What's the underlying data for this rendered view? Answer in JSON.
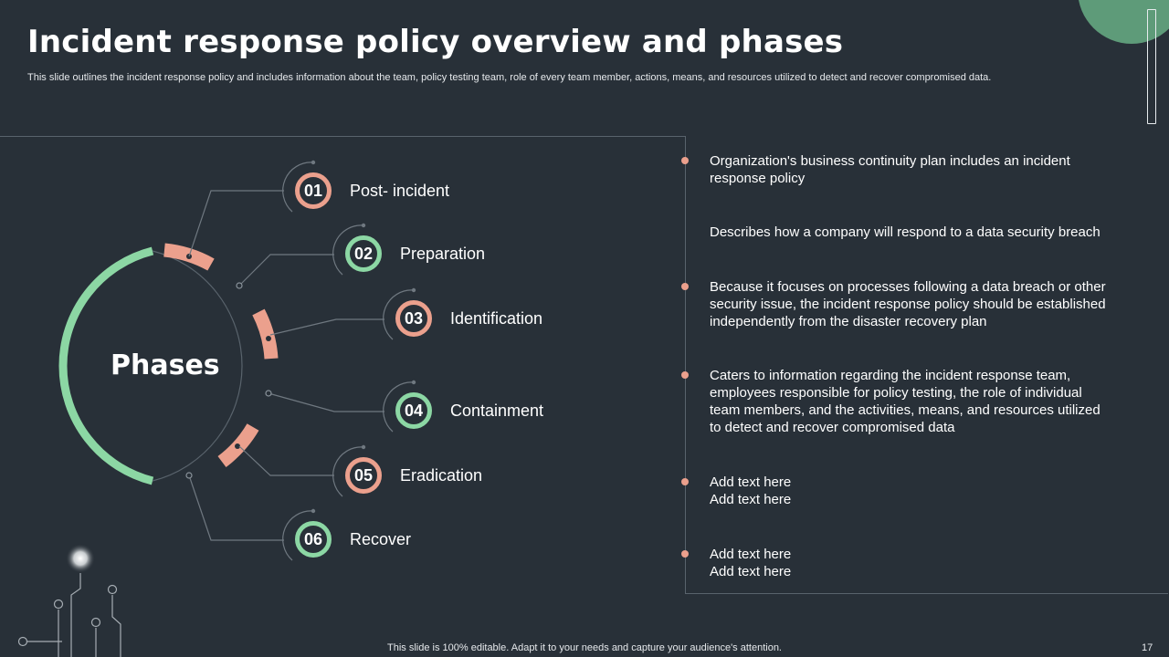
{
  "header": {
    "title": "Incident response policy overview and phases",
    "subtitle": "This slide outlines the incident response policy and includes information about the team, policy testing team, role of every team member, actions, means, and resources utilized to detect and recover compromised data."
  },
  "diagram": {
    "center_label": "Phases",
    "phases": [
      {
        "number": "01",
        "label": "Post- incident",
        "color": "#eba08d"
      },
      {
        "number": "02",
        "label": "Preparation",
        "color": "#8cd7a4"
      },
      {
        "number": "03",
        "label": "Identification",
        "color": "#eba08d"
      },
      {
        "number": "04",
        "label": "Containment",
        "color": "#8cd7a4"
      },
      {
        "number": "05",
        "label": "Eradication",
        "color": "#eba08d"
      },
      {
        "number": "06",
        "label": "Recover",
        "color": "#8cd7a4"
      }
    ]
  },
  "bullets": [
    {
      "lines": [
        "Organization's business continuity plan includes an incident",
        "response policy"
      ],
      "has_dot": true
    },
    {
      "lines": [
        "Describes how a company will respond to a data security breach"
      ],
      "has_dot": false
    },
    {
      "lines": [
        "Because it focuses on processes following a data breach or other",
        "security issue, the incident response policy should be established",
        "independently from the disaster recovery plan"
      ],
      "has_dot": true
    },
    {
      "lines": [
        "Caters to information regarding the incident response team,",
        "employees responsible for policy testing, the role of individual",
        "team members, and the activities, means, and resources utilized",
        "to detect and recover compromised data"
      ],
      "has_dot": true
    },
    {
      "lines": [
        "Add text here",
        "Add text here"
      ],
      "has_dot": true
    },
    {
      "lines": [
        "Add text here",
        "Add text here"
      ],
      "has_dot": true
    }
  ],
  "footer": {
    "note": "This slide is 100% editable. Adapt it to your needs and capture your audience's attention.",
    "page_number": "17"
  },
  "colors": {
    "background": "#283038",
    "salmon_accent": "#eba08d",
    "green_accent": "#8cd7a4",
    "corner_green": "#5e9b79"
  }
}
